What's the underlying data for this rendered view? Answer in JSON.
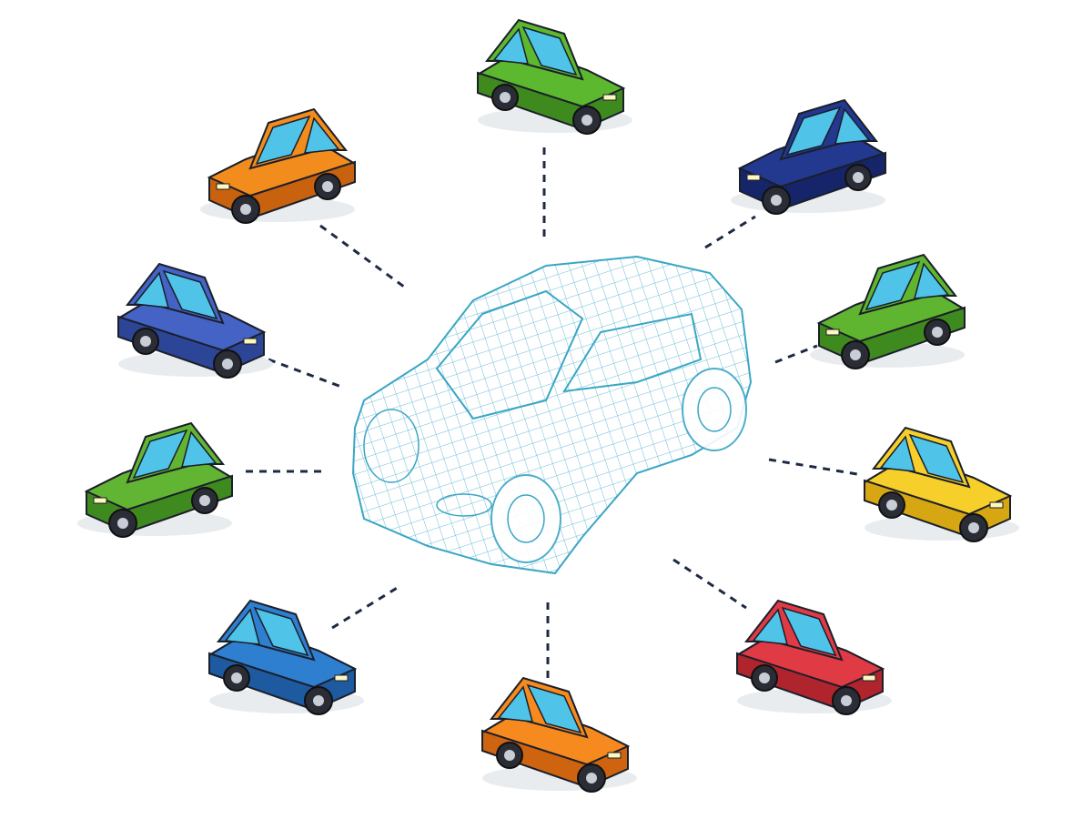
{
  "hub": {
    "name": "wireframe-car",
    "stroke_color": "#3aa6c6"
  },
  "connector_color": "#1e2a44",
  "cars": [
    {
      "name": "car-green-top",
      "body": "#5cb82e",
      "dark": "#3f8a1e"
    },
    {
      "name": "car-orange-sports",
      "body": "#f28c1c",
      "dark": "#c9620e"
    },
    {
      "name": "car-navy",
      "body": "#23388f",
      "dark": "#16256a"
    },
    {
      "name": "car-blue-left",
      "body": "#4463c4",
      "dark": "#2d4597"
    },
    {
      "name": "car-green-right",
      "body": "#5fb52f",
      "dark": "#3f8a1e"
    },
    {
      "name": "car-green-left",
      "body": "#62b532",
      "dark": "#3f8a1e"
    },
    {
      "name": "car-yellow",
      "body": "#f6cf2a",
      "dark": "#d7a713"
    },
    {
      "name": "car-blue-bottom-left",
      "body": "#2f7fd0",
      "dark": "#1d5aa0"
    },
    {
      "name": "car-orange-bottom",
      "body": "#f68a1f",
      "dark": "#cf6410"
    },
    {
      "name": "car-red",
      "body": "#e03a45",
      "dark": "#b0242e"
    }
  ]
}
